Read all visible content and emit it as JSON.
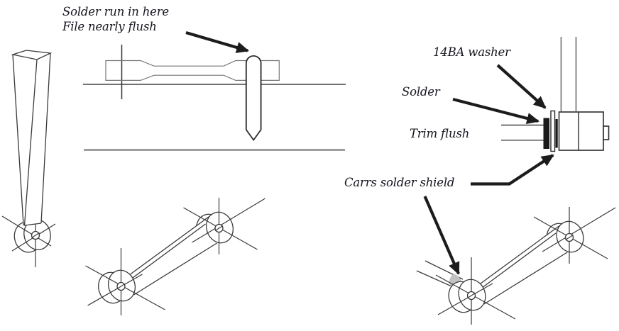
{
  "annotations": {
    "solder_run_line1": "Solder run in here",
    "solder_run_line2": "File nearly flush",
    "washer_label": "14BA washer",
    "solder_label": "Solder",
    "trim_label": "Trim flush",
    "shield_label": "Carrs solder shield"
  },
  "colors": {
    "background": "#ffffff",
    "ink": "#1c1c1c",
    "line_dark": "#2b2b2b",
    "line_medium": "#3a3a3a",
    "line_light": "#777777",
    "line_gray": "#8a8a8a",
    "shield_gray": "#c2c2c2",
    "text": "#15151f"
  }
}
